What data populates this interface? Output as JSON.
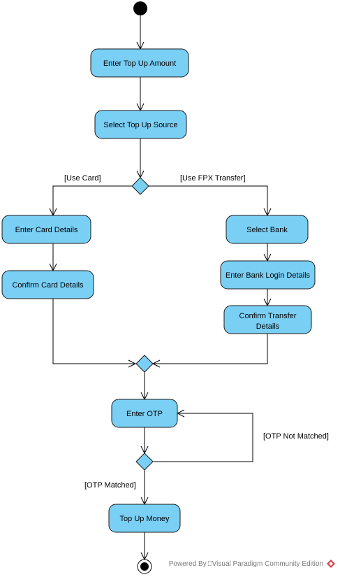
{
  "actions": {
    "enter_amount": "Enter Top Up Amount",
    "select_source": "Select Top Up Source",
    "enter_card": "Enter Card Details",
    "confirm_card": "Confirm Card Details",
    "select_bank": "Select Bank",
    "enter_bank_login": "Enter Bank Login Details",
    "confirm_transfer_1": "Confirm Transfer",
    "confirm_transfer_2": "Details",
    "enter_otp": "Enter OTP",
    "top_up_money": "Top Up Money"
  },
  "guards": {
    "use_card": "[Use Card]",
    "use_fpx": "[Use FPX Transfer]",
    "otp_not_matched": "[OTP Not Matched]",
    "otp_matched": "[OTP Matched]"
  },
  "footer": {
    "text": "Powered By ⎕Visual Paradigm Community Edition"
  },
  "colors": {
    "action_fill": "#7ACFF5",
    "stroke": "#1A1A1A",
    "node_black": "#000000"
  },
  "icons": {
    "footer_logo": "visual-paradigm-logo-icon"
  }
}
